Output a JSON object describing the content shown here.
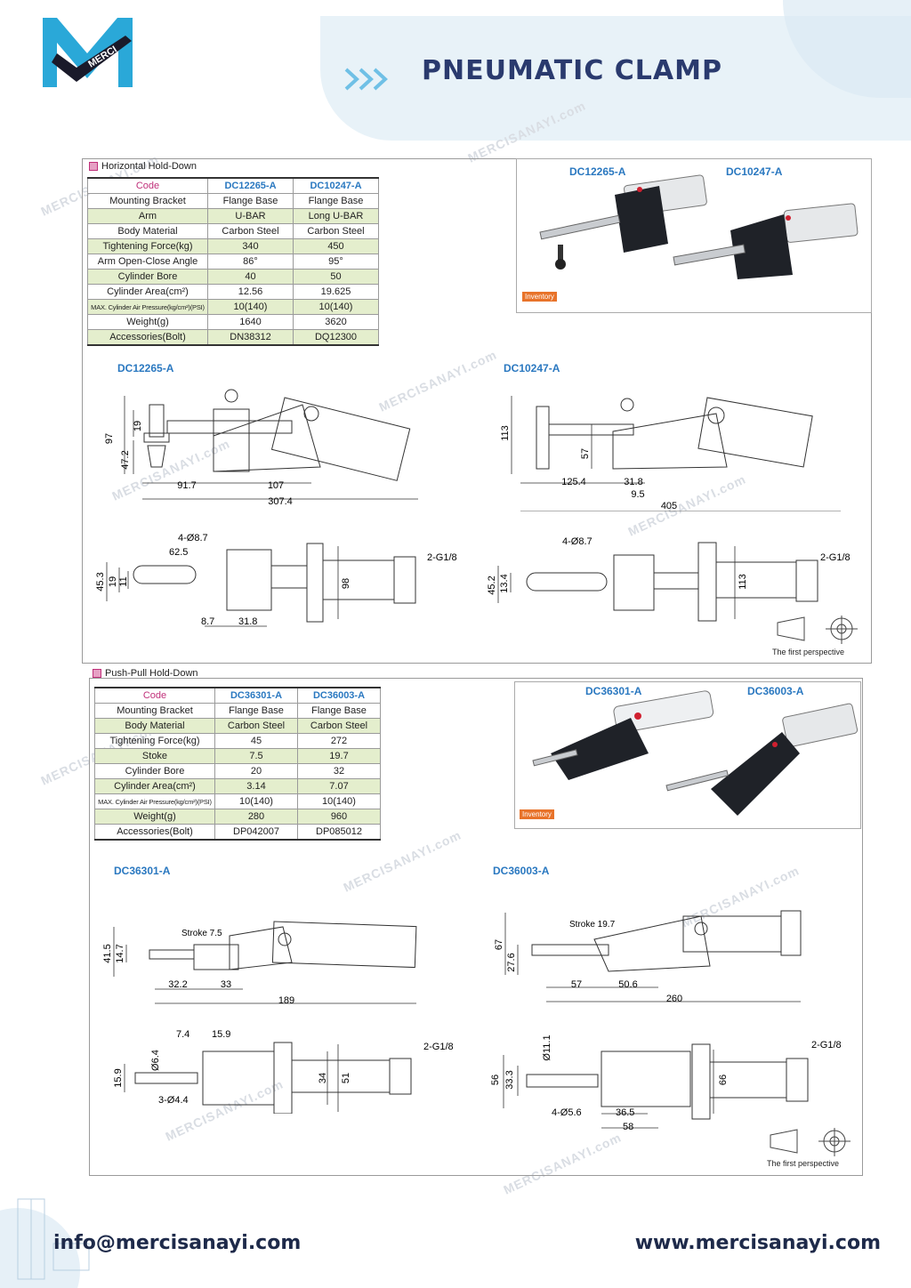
{
  "brand": {
    "logo_text": "MERCI"
  },
  "page_title": "PNEUMATIC CLAMP",
  "sections": [
    {
      "caption": "Horizontal Hold-Down",
      "table": {
        "header": [
          "Code",
          "DC12265-A",
          "DC10247-A"
        ],
        "rows": [
          [
            "Mounting Bracket",
            "Flange Base",
            "Flange Base"
          ],
          [
            "Arm",
            "U-BAR",
            "Long U-BAR"
          ],
          [
            "Body Material",
            "Carbon Steel",
            "Carbon Steel"
          ],
          [
            "Tightening Force(kg)",
            "340",
            "450"
          ],
          [
            "Arm Open-Close Angle",
            "86°",
            "95°"
          ],
          [
            "Cylinder Bore",
            "40",
            "50"
          ],
          [
            "Cylinder Area(cm²)",
            "12.56",
            "19.625"
          ],
          [
            "MAX. Cylinder Air Pressure(kg/cm²)(PSI)",
            "10(140)",
            "10(140)"
          ],
          [
            "Weight(g)",
            "1640",
            "3620"
          ],
          [
            "Accessories(Bolt)",
            "DN38312",
            "DQ12300"
          ]
        ]
      },
      "photo_labels": [
        "DC12265-A",
        "DC10247-A"
      ],
      "inventory_label": "Inventory",
      "drawings": [
        {
          "label": "DC12265-A",
          "side_dims": [
            "97",
            "19",
            "47.2",
            "91.7",
            "107",
            "307.4"
          ],
          "top_dims": [
            "4-Ø8.7",
            "62.5",
            "45.3",
            "19",
            "11",
            "98",
            "8.7",
            "31.8",
            "2-G1/8"
          ]
        },
        {
          "label": "DC10247-A",
          "side_dims": [
            "113",
            "57",
            "125.4",
            "31.8",
            "9.5",
            "405"
          ],
          "top_dims": [
            "4-Ø8.7",
            "45.2",
            "13.4",
            "113",
            "2-G1/8"
          ]
        }
      ],
      "perspective": "The first perspective"
    },
    {
      "caption": "Push-Pull Hold-Down",
      "table": {
        "header": [
          "Code",
          "DC36301-A",
          "DC36003-A"
        ],
        "rows": [
          [
            "Mounting Bracket",
            "Flange Base",
            "Flange Base"
          ],
          [
            "Body Material",
            "Carbon Steel",
            "Carbon Steel"
          ],
          [
            "Tightening Force(kg)",
            "45",
            "272"
          ],
          [
            "Stoke",
            "7.5",
            "19.7"
          ],
          [
            "Cylinder Bore",
            "20",
            "32"
          ],
          [
            "Cylinder Area(cm²)",
            "3.14",
            "7.07"
          ],
          [
            "MAX. Cylinder Air Pressure(kg/cm²)(PSI)",
            "10(140)",
            "10(140)"
          ],
          [
            "Weight(g)",
            "280",
            "960"
          ],
          [
            "Accessories(Bolt)",
            "DP042007",
            "DP085012"
          ]
        ]
      },
      "photo_labels": [
        "DC36301-A",
        "DC36003-A"
      ],
      "inventory_label": "Inventory",
      "drawings": [
        {
          "label": "DC36301-A",
          "side_dims": [
            "41.5",
            "14.7",
            "Stroke 7.5",
            "32.2",
            "33",
            "189"
          ],
          "top_dims": [
            "7.4",
            "15.9",
            "Ø6.4",
            "15.9",
            "3-Ø4.4",
            "34",
            "51",
            "2-G1/8"
          ]
        },
        {
          "label": "DC36003-A",
          "side_dims": [
            "67",
            "27.6",
            "Stroke 19.7",
            "57",
            "50.6",
            "260"
          ],
          "top_dims": [
            "Ø11.1",
            "56",
            "33.3",
            "66",
            "4-Ø5.6",
            "36.5",
            "58",
            "2-G1/8"
          ]
        }
      ],
      "perspective": "The first perspective"
    }
  ],
  "watermark": "MERCISANAYI.com",
  "footer": {
    "email": "info@mercisanayi.com",
    "website": "www.mercisanayi.com"
  },
  "colors": {
    "title": "#2a3a6e",
    "code_blue": "#2a78c0",
    "code_pink": "#c0307a",
    "row_green": "#e4eecd",
    "inventory": "#e8732a",
    "logo_blue": "#2aa8d8"
  }
}
